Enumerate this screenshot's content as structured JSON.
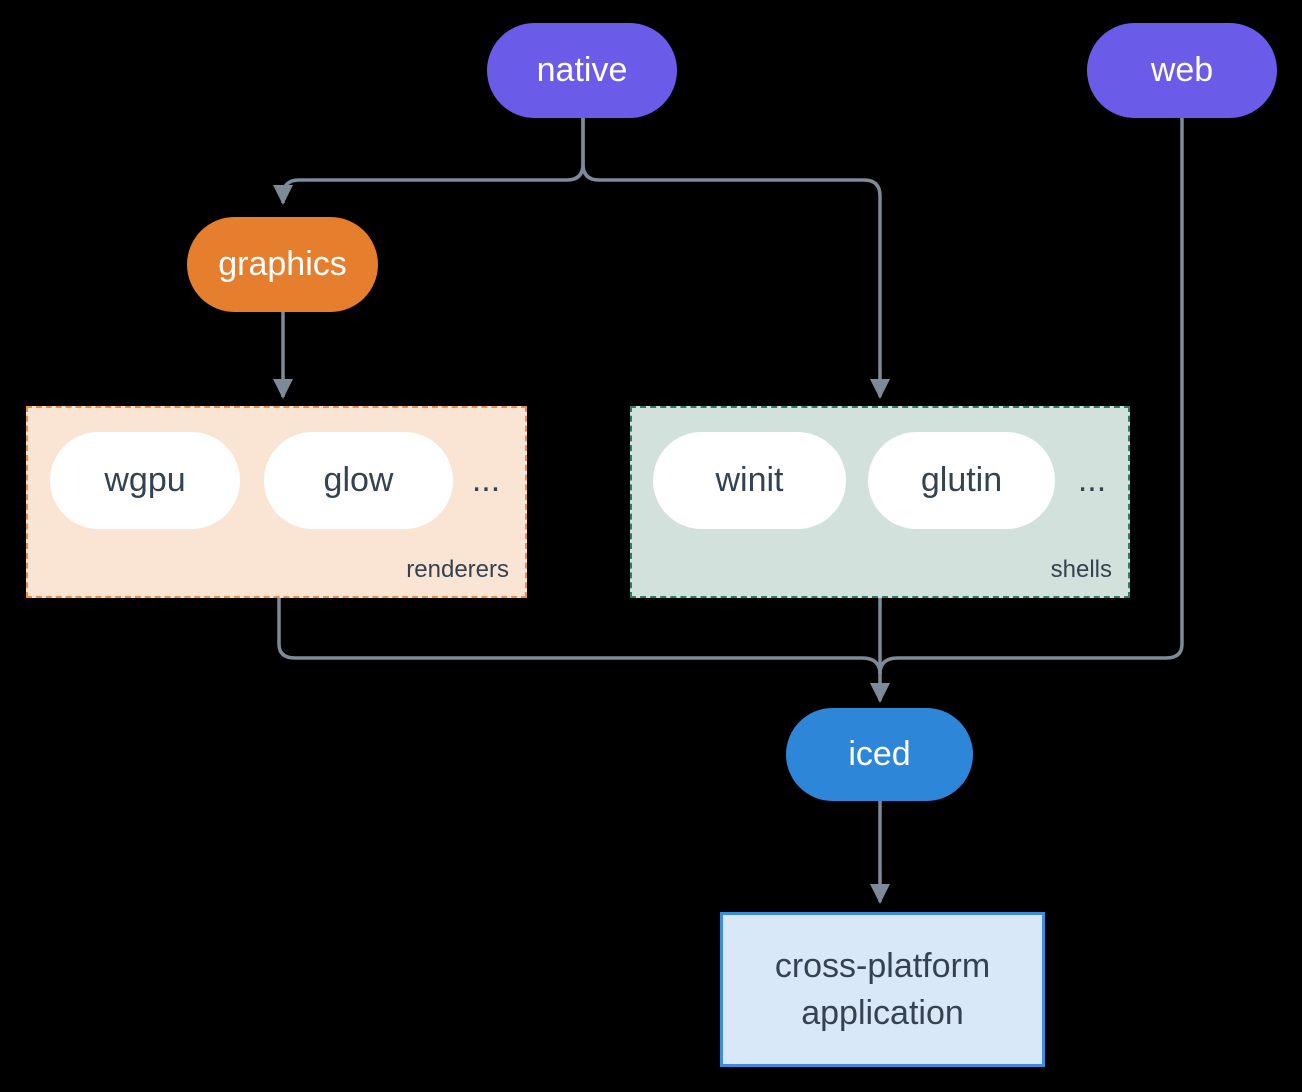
{
  "diagram": {
    "background_color": "#000000",
    "connector_color": "#7d8b99",
    "nodes": {
      "native": {
        "label": "native",
        "bg": "#6a5ce8",
        "text_color": "#ffffff"
      },
      "web": {
        "label": "web",
        "bg": "#6a5ce8",
        "text_color": "#ffffff"
      },
      "graphics": {
        "label": "graphics",
        "bg": "#e57f2e",
        "text_color": "#ffffff"
      },
      "iced": {
        "label": "iced",
        "bg": "#2e86d9",
        "text_color": "#ffffff"
      },
      "app": {
        "label": "cross-platform\napplication",
        "bg": "#d9e8f8",
        "border": "#3d8cdd",
        "text_color": "#35424f"
      }
    },
    "groups": {
      "renderers": {
        "label": "renderers",
        "items": [
          "wgpu",
          "glow"
        ],
        "ellipsis": "...",
        "fill": "#fae4d4",
        "border": "#ea9147",
        "item_text_color": "#35424f"
      },
      "shells": {
        "label": "shells",
        "items": [
          "winit",
          "glutin"
        ],
        "ellipsis": "...",
        "fill": "#d3e1dc",
        "border": "#2f7c64",
        "item_text_color": "#35424f"
      }
    },
    "edges": [
      "native -> graphics",
      "native -> shells",
      "graphics -> renderers",
      "renderers -> iced",
      "shells -> iced",
      "web -> iced",
      "iced -> app"
    ]
  }
}
